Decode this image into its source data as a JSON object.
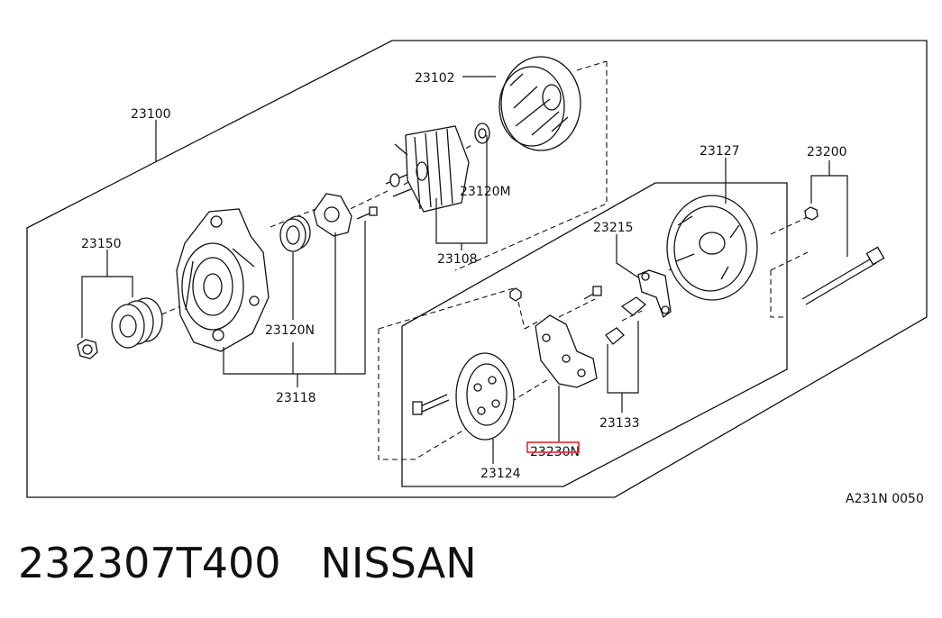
{
  "diagram": {
    "figure_code": "A231N 0050",
    "callouts": {
      "c23100": "23100",
      "c23102": "23102",
      "c23120m": "23120M",
      "c23108": "23108",
      "c23150": "23150",
      "c23120n": "23120N",
      "c23118": "23118",
      "c23127": "23127",
      "c23200": "23200",
      "c23215": "23215",
      "c23133": "23133",
      "c23124": "23124",
      "c23230n": "23230N"
    },
    "highlight_color": "#e8262b"
  },
  "footer": {
    "part_number": "232307T400",
    "brand": "NISSAN"
  }
}
